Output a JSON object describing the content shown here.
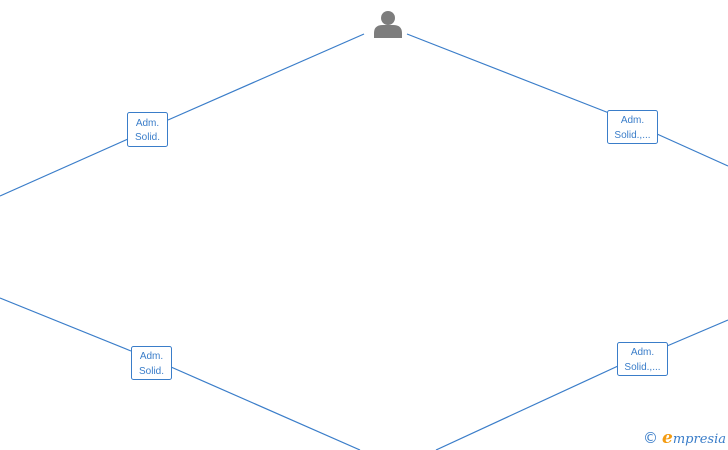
{
  "diagram": {
    "nodes": [
      {
        "id": "top-left",
        "line1": "Adm.",
        "line2": "Solid."
      },
      {
        "id": "top-right",
        "line1": "Adm.",
        "line2": "Solid.,..."
      },
      {
        "id": "bottom-left",
        "line1": "Adm.",
        "line2": "Solid."
      },
      {
        "id": "bottom-right",
        "line1": "Adm.",
        "line2": "Solid.,..."
      }
    ],
    "person_icon": "person-icon"
  },
  "brand": {
    "copyright_symbol": "©",
    "name_first": "e",
    "name_rest": "mpresia",
    "accent_color": "#f39c12",
    "line_color": "#3a7dc9"
  }
}
